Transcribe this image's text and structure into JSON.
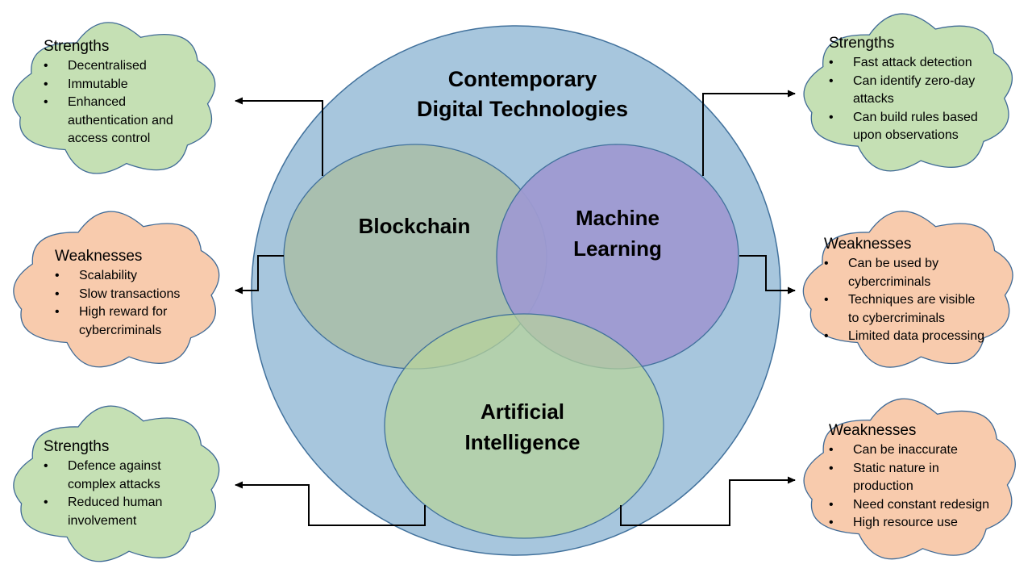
{
  "title": [
    "Contemporary",
    "Digital Technologies"
  ],
  "technologies": {
    "blockchain": [
      "Blockchain"
    ],
    "machine_learning": [
      "Machine",
      "Learning"
    ],
    "ai": [
      "Artificial",
      "Intelligence"
    ]
  },
  "boxes": {
    "blockchain_strengths": {
      "heading": "Strengths",
      "items": [
        [
          "Decentralised"
        ],
        [
          "Immutable"
        ],
        [
          "Enhanced",
          "authentication and",
          "access control"
        ]
      ]
    },
    "blockchain_weaknesses": {
      "heading": "Weaknesses",
      "items": [
        [
          "Scalability"
        ],
        [
          "Slow transactions"
        ],
        [
          "High reward for",
          "cybercriminals"
        ]
      ]
    },
    "ai_strengths": {
      "heading": "Strengths",
      "items": [
        [
          "Defence against",
          "complex attacks"
        ],
        [
          "Reduced human",
          "involvement"
        ]
      ]
    },
    "ml_strengths": {
      "heading": "Strengths",
      "items": [
        [
          "Fast attack detection"
        ],
        [
          "Can identify zero-day",
          "attacks"
        ],
        [
          "Can build rules based",
          "upon observations"
        ]
      ]
    },
    "ml_weaknesses": {
      "heading": "Weaknesses",
      "items": [
        [
          "Can be used by",
          "cybercriminals"
        ],
        [
          "Techniques are visible",
          "to cybercriminals"
        ],
        [
          "Limited data processing"
        ]
      ]
    },
    "ai_weaknesses": {
      "heading": "Weaknesses",
      "items": [
        [
          "Can be inaccurate"
        ],
        [
          "Static nature in",
          "production"
        ],
        [
          "Need constant redesign"
        ],
        [
          "High resource use"
        ]
      ]
    }
  },
  "colors": {
    "outer_circle": "#a7c6dd",
    "outer_stroke": "#41719c",
    "blockchain": "#a9bfaf",
    "machine_learning": "#9e9ad1",
    "ai": "#b8d49a",
    "strength_cloud": "#c5e0b4",
    "weakness_cloud": "#f8cbad",
    "cloud_stroke": "#3f6a96"
  }
}
